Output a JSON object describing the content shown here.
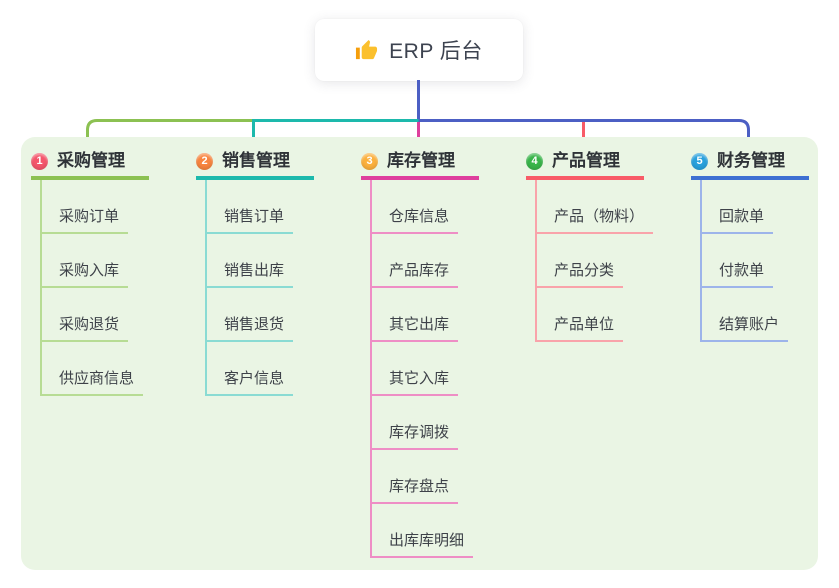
{
  "root": {
    "title": "ERP 后台",
    "icon": "thumbs-up"
  },
  "connector": {
    "stem_color": "#4c5fc4"
  },
  "theme": {
    "canvas_bg": "#ffffff",
    "panel_bg": "#eaf5e4",
    "header_text_color": "#2f3338",
    "child_text_color": "#3e4249",
    "root_text_color": "#3d4350"
  },
  "branches": [
    {
      "number": "1",
      "label": "采购管理",
      "badge_color": "#f4566b",
      "line_color": "#8cc152",
      "child_line_color": "#b7dc94",
      "children": [
        "采购订单",
        "采购入库",
        "采购退货",
        "供应商信息"
      ]
    },
    {
      "number": "2",
      "label": "销售管理",
      "badge_color": "#f8843e",
      "line_color": "#1db9ac",
      "child_line_color": "#8adbd3",
      "children": [
        "销售订单",
        "销售出库",
        "销售退货",
        "客户信息"
      ]
    },
    {
      "number": "3",
      "label": "库存管理",
      "badge_color": "#fbb03d",
      "line_color": "#de3f9d",
      "child_line_color": "#ee8ec5",
      "children": [
        "仓库信息",
        "产品库存",
        "其它出库",
        "其它入库",
        "库存调拨",
        "库存盘点",
        "出库库明细"
      ]
    },
    {
      "number": "4",
      "label": "产品管理",
      "badge_color": "#39b54a",
      "line_color": "#f85b67",
      "child_line_color": "#f9a3aa",
      "children": [
        "产品（物料）",
        "产品分类",
        "产品单位"
      ]
    },
    {
      "number": "5",
      "label": "财务管理",
      "badge_color": "#29a0dc",
      "line_color": "#3e6fd2",
      "child_line_color": "#9db4ea",
      "children": [
        "回款单",
        "付款单",
        "结算账户"
      ]
    }
  ]
}
